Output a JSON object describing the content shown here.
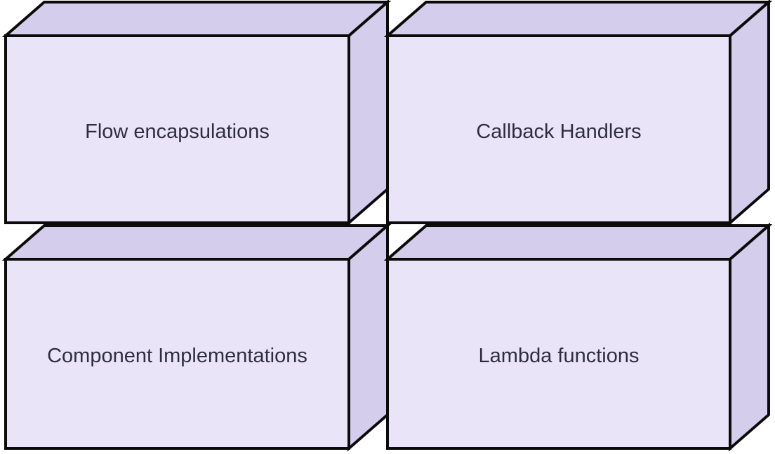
{
  "diagram": {
    "type": "3d-box-grid",
    "nodes": [
      {
        "id": "flow-encapsulations",
        "label": "Flow encapsulations"
      },
      {
        "id": "callback-handlers",
        "label": "Callback Handlers"
      },
      {
        "id": "component-implementations",
        "label": "Component Implementations"
      },
      {
        "id": "lambda-functions",
        "label": "Lambda functions"
      }
    ]
  },
  "colors": {
    "face_front": "#EAE4F8",
    "face_shade": "#D5CDEC",
    "border": "#0B0B0B",
    "text": "#2F2E41",
    "background": "#FFFFFF"
  }
}
